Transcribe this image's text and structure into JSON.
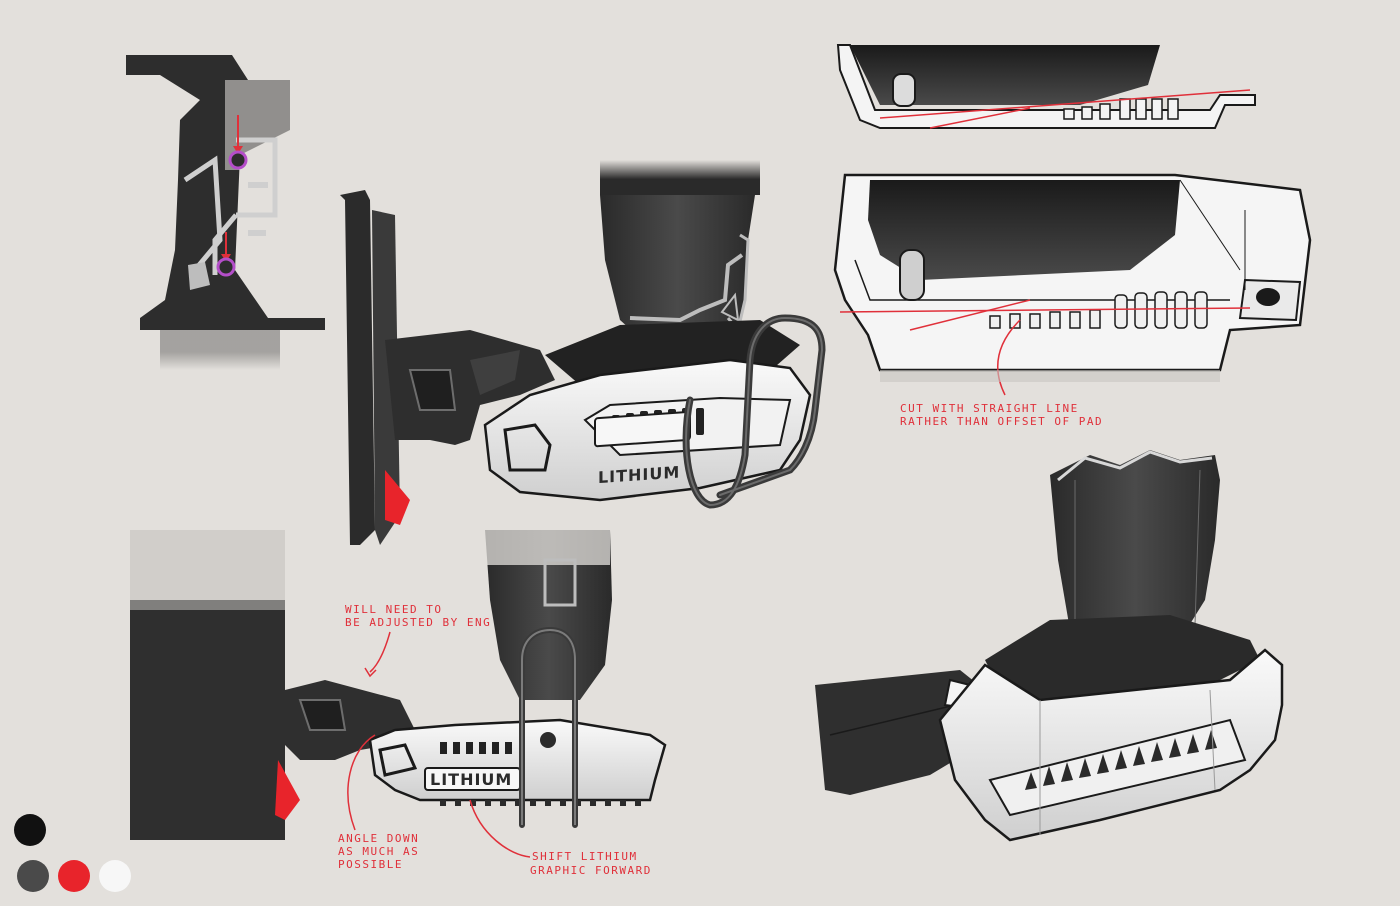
{
  "annotations": {
    "cut_line_1": "CUT WITH STRAIGHT LINE",
    "cut_line_2": "RATHER THAN OFFSET OF PAD",
    "adjust_1": "WILL NEED TO",
    "adjust_2": "BE ADJUSTED BY ENG",
    "angle_1": "ANGLE DOWN",
    "angle_2": "AS MUCH AS",
    "angle_3": "POSSIBLE",
    "shift_1": "SHIFT LITHIUM",
    "shift_2": "GRAPHIC FORWARD"
  },
  "labels": {
    "battery_main": "LITHIUM",
    "battery_side": "LITHIUM"
  },
  "palette": {
    "swatches": [
      "#111111",
      "#4a4a4a",
      "#e8242b",
      "#f7f7f7"
    ]
  },
  "colors": {
    "background": "#e3e0dc",
    "markup_red": "#e0303a",
    "highlight_magenta": "#b44ec9"
  }
}
